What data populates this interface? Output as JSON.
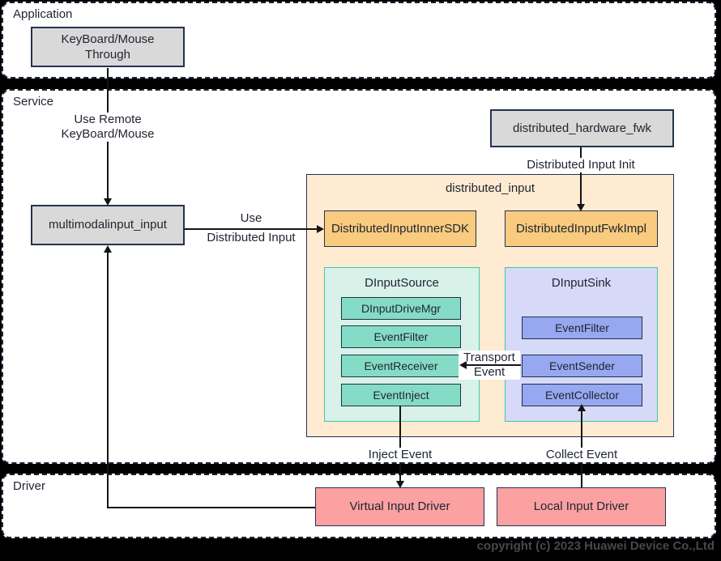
{
  "layers": {
    "application": "Application",
    "service": "Service",
    "driver": "Driver"
  },
  "nodes": {
    "keyboard_mouse_through": "KeyBoard/Mouse\nThrough",
    "multimodalinput_input": "multimodalinput_input",
    "distributed_hardware_fwk": "distributed_hardware_fwk",
    "distributed_input_title": "distributed_input",
    "distributed_input_inner_sdk": "DistributedInputInnerSDK",
    "distributed_input_fwk_impl": "DistributedInputFwkImpl",
    "dinput_source": {
      "title": "DInputSource",
      "items": [
        "DInputDriveMgr",
        "EventFilter",
        "EventReceiver",
        "EventInject"
      ]
    },
    "dinput_sink": {
      "title": "DInputSink",
      "items": [
        "EventFilter",
        "EventSender",
        "EventCollector"
      ]
    },
    "virtual_input_driver": "Virtual Input Driver",
    "local_input_driver": "Local Input Driver"
  },
  "edges": {
    "use_remote": "Use Remote\nKeyBoard/Mouse",
    "use_label": "Use",
    "use_sublabel": "Distributed Input",
    "distributed_input_init": "Distributed Input Init",
    "transport_event": "Transport\nEvent",
    "inject_event": "Inject Event",
    "collect_event": "Collect Event"
  },
  "footer": {
    "copyright": "copyright (c) 2023 Huawei Device Co.,Ltd"
  },
  "colors": {
    "background": "#000000",
    "band_fill": "#ffffff",
    "band_border": "#1a2235",
    "gray_box": "#d9d9d9",
    "orange_box": "#f9cb7e",
    "peach_container": "#ffebd2",
    "mint_container": "#d8f1e9",
    "teal_box": "#85dcc6",
    "lavender_container": "#d6d9f8",
    "periwinkle_box": "#97a7f0",
    "pink_box": "#fba1a1",
    "teal_border": "#3ec9a7",
    "dark_border": "#24324f",
    "line_color": "#141414"
  }
}
